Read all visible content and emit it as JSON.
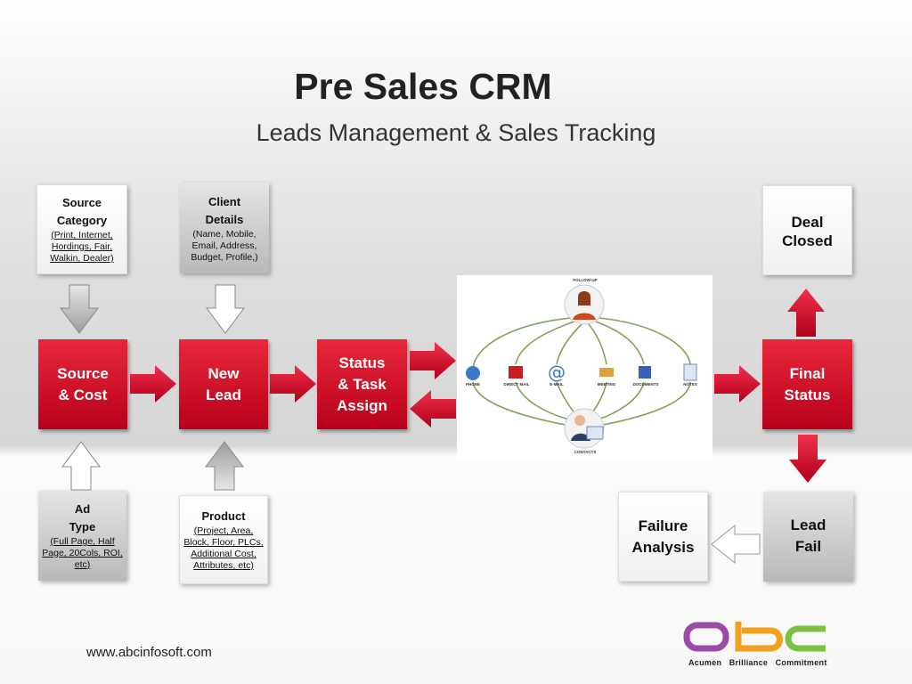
{
  "title": "Pre Sales CRM",
  "subtitle": "Leads Management & Sales Tracking",
  "source_category": {
    "line1": "Source",
    "line2": "Category",
    "detail": "(Print, Internet, Hordings, Fair, Walkin, Dealer)"
  },
  "client_details": {
    "line1": "Client",
    "line2": "Details",
    "detail": "(Name, Mobile, Email, Address, Budget, Profile,)"
  },
  "ad_type": {
    "line1": "Ad",
    "line2": "Type",
    "detail": "(Full Page, Half Page, 20Cols, ROI, etc)"
  },
  "product": {
    "line1": "Product",
    "detail": "(Project, Area, Block, Floor, PLCs, Additional Cost, Attributes, etc)"
  },
  "source_cost": {
    "line1": "Source",
    "line2": "& Cost"
  },
  "new_lead": {
    "line1": "New",
    "line2": "Lead"
  },
  "status_task": {
    "line1": "Status",
    "line2": "& Task",
    "line3": "Assign"
  },
  "final_status": {
    "line1": "Final",
    "line2": "Status"
  },
  "deal_closed": {
    "line1": "Deal",
    "line2": "Closed"
  },
  "lead_fail": {
    "line1": "Lead",
    "line2": "Fail"
  },
  "failure_analysis": {
    "line1": "Failure",
    "line2": "Analysis"
  },
  "crm": {
    "top": "FOLLOW-UP",
    "bottom": "CONTACTS",
    "nodes": [
      "PHONE",
      "DIRECT MAIL",
      "E-MAIL",
      "MEETING",
      "DOCUMENTS",
      "NOTES"
    ]
  },
  "logo": {
    "text": "abc",
    "tagline": "Acumen   Brilliance   Commitment"
  },
  "website": "www.abcinfosoft.com",
  "colors": {
    "red": "#d0102a",
    "grey_arrow": "#c8c8c8"
  }
}
